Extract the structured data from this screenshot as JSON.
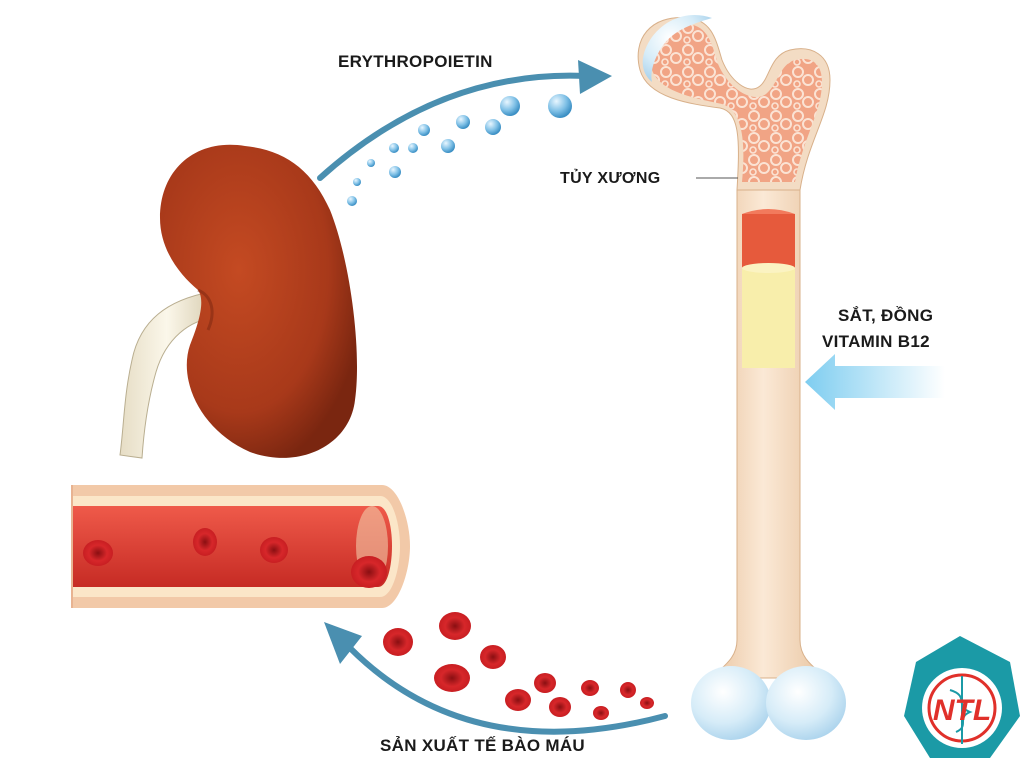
{
  "labels": {
    "hormone": "ERYTHROPOIETIN",
    "marrow": "TỦY XƯƠNG",
    "minerals_line1": "SẮT, ĐỒNG",
    "minerals_line2": "VITAMIN B12",
    "production": "SẢN XUẤT TẾ BÀO MÁU"
  },
  "logo": {
    "text": "NTL"
  },
  "colors": {
    "kidney": "#b5401c",
    "arrow": "#4a8fb0",
    "blood": "#d42a2a",
    "bone": "#f6dcc0",
    "marrow_yellow": "#f8eeab",
    "logo_teal": "#1b9aa6",
    "logo_red": "#e0302a"
  }
}
